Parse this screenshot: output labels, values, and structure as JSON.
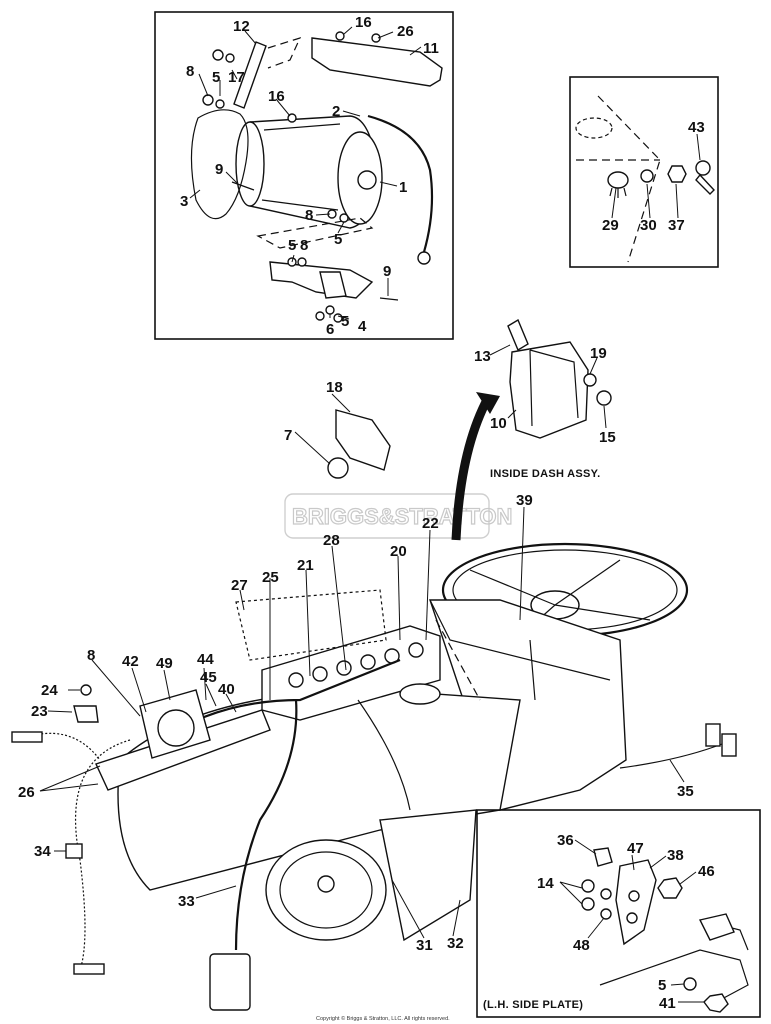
{
  "diagram": {
    "watermark": "BRIGGS&STRATTON",
    "copyright": "Copyright © Briggs & Stratton, LLC. All rights reserved.",
    "captions": {
      "inside_dash": "INSIDE DASH ASSY.",
      "lh_side_plate": "(L.H. SIDE PLATE)"
    },
    "callouts": [
      "12",
      "16",
      "26",
      "11",
      "8",
      "5",
      "17",
      "16",
      "2",
      "9",
      "1",
      "3",
      "8",
      "5",
      "5",
      "8",
      "9",
      "6",
      "5",
      "4",
      "43",
      "29",
      "30",
      "37",
      "13",
      "19",
      "10",
      "15",
      "18",
      "7",
      "39",
      "22",
      "28",
      "20",
      "21",
      "27",
      "25",
      "8",
      "42",
      "49",
      "44",
      "45",
      "40",
      "24",
      "23",
      "26",
      "34",
      "33",
      "31",
      "32",
      "35",
      "36",
      "47",
      "38",
      "14",
      "46",
      "48",
      "5",
      "41"
    ]
  }
}
